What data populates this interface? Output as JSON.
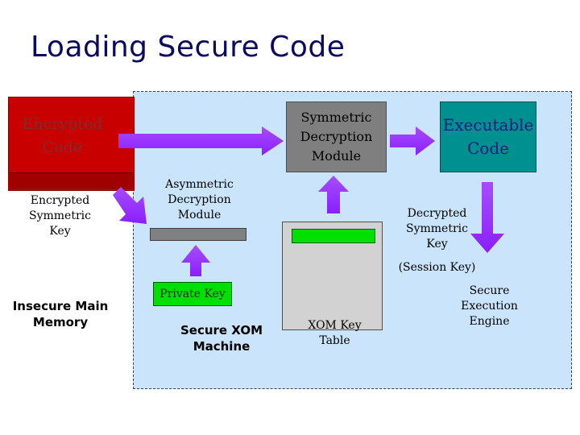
{
  "title": "Loading Secure Code",
  "encrypted_code": "Encrypted Code",
  "encrypted_symmetric_key": "Encrypted Symmetric Key",
  "insecure_main_memory": "Insecure Main Memory",
  "symmetric_decryption_module": "Symmetric Decryption Module",
  "executable_code": "Executable Code",
  "asymmetric_decryption_module": "Asymmetric Decryption Module",
  "decrypted_symmetric_key": "Decrypted Symmetric Key",
  "session_key": "(Session Key)",
  "private_key": "Private Key",
  "secure_xom_machine": "Secure XOM Machine",
  "xom_key_table": "XOM Key Table",
  "secure_execution_engine": "Secure Execution Engine",
  "colors": {
    "title": "#0a0a60",
    "encrypted_code_box": "#c80000",
    "xom_region": "#c9e4fb",
    "arrow_fill": "#9933ff",
    "executable_code_box": "#009090",
    "green_key": "#00e000"
  }
}
